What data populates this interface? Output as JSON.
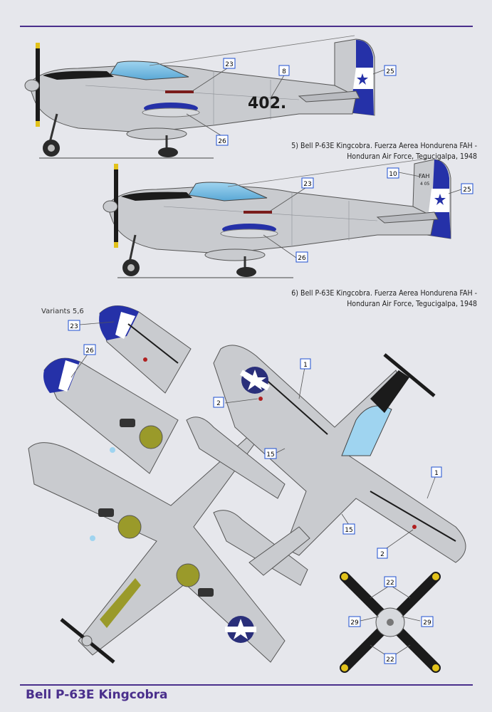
{
  "footer": {
    "title": "Bell  P-63E Kingcobra"
  },
  "profile5": {
    "caption_line1": "5) Bell P-63E Kingcobra. Fuerza Aerea Hondurena FAH -",
    "caption_line2": "Honduran Air Force, Tegucigalpa, 1948",
    "serial": "402."
  },
  "profile6": {
    "caption_line1": "6) Bell P-63E Kingcobra. Fuerza Aerea Hondurena FAH -",
    "caption_line2": "Honduran Air Force, Tegucigalpa, 1948",
    "tail_text": "FAH",
    "tail_serial": "4 05"
  },
  "variants_label": "Variants 5,6",
  "callouts": {
    "c23": "23",
    "c8": "8",
    "c25": "25",
    "c26": "26",
    "c10": "10",
    "c1": "1",
    "c2": "2",
    "c15": "15",
    "c22": "22",
    "c29": "29"
  },
  "colors": {
    "aircraft_grey": "#c9cbcf",
    "panel_line": "#8d9096",
    "honduras_blue": "#2531a8",
    "insignia_blue": "#2a2f7a",
    "frame_purple": "#4a2f8c",
    "callout_blue": "#1d4fd0",
    "prop_black": "#1b1b1b",
    "prop_tip_yellow": "#e2c21a",
    "gear_green": "#9a9a2a"
  }
}
